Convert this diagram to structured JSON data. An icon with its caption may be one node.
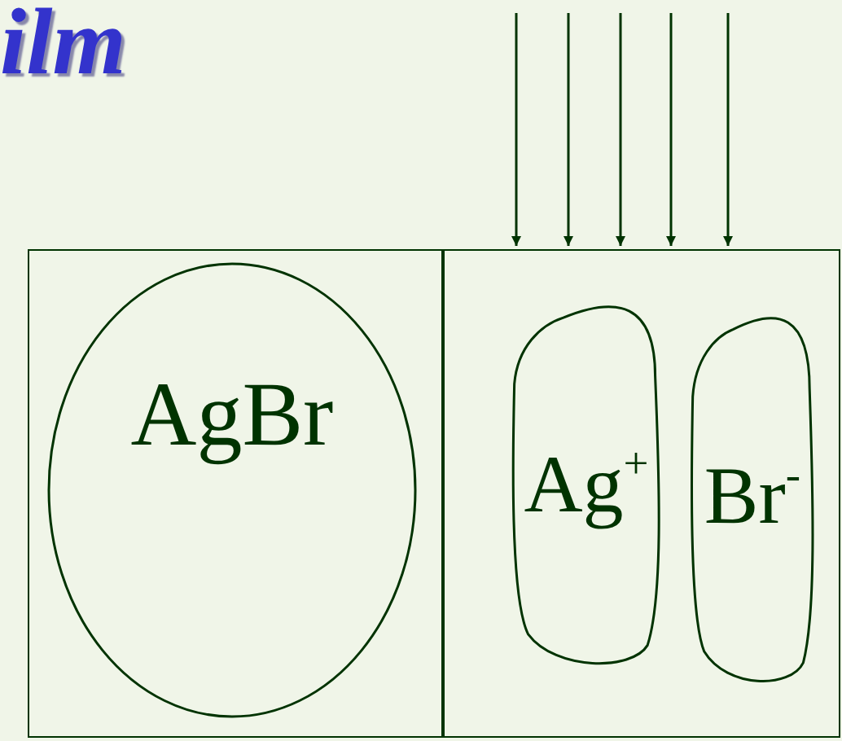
{
  "diagram": {
    "title": "ilm",
    "nodes": [
      {
        "text": [],
        "shape": "box"
      },
      {
        "text": [
          "AgBr"
        ],
        "in": 0
      },
      {
        "text": [],
        "shape": "box"
      },
      {
        "text": [
          "Ag$^{+}$"
        ],
        "in": 2
      },
      {
        "text": [
          "Br$^{-}$"
        ],
        "in": 2
      }
    ],
    "edges": [
      {
        "from": null,
        "to": 2,
        "arrow": "to"
      },
      {
        "from": null,
        "to": 2,
        "arrow": "to"
      },
      {
        "from": null,
        "to": 2,
        "arrow": "to"
      },
      {
        "from": null,
        "to": 2,
        "arrow": "to"
      },
      {
        "from": null,
        "to": 2,
        "arrow": "to"
      }
    ]
  }
}
